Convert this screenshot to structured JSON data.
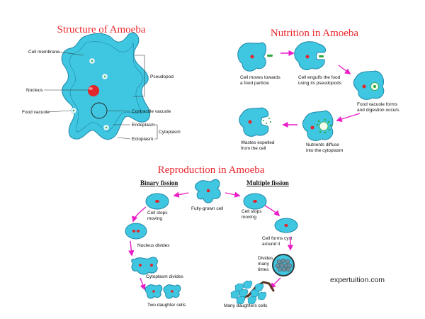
{
  "colors": {
    "title": "#e8262d",
    "cell": "#3fc6e0",
    "nucleus": "#e2262b",
    "arrow": "#e91ec8",
    "cyst": "#2b3b3b",
    "food": "#2aa83a"
  },
  "structure": {
    "title": "Structure of Amoeba",
    "labels": {
      "membrane": "Cell membrane",
      "pseudopod": "Pseudopod",
      "nucleus": "Nucleus",
      "food_vacuole": "Food vacuole",
      "contractile": "Contractile vacuole",
      "endoplasm": "Endoplasm",
      "cytoplasm": "Cytoplasm",
      "ectoplasm": "Ectoplasm"
    }
  },
  "nutrition": {
    "title": "Nutrition in Amoeba",
    "steps": [
      [
        "Cell moves towards",
        "a food particle"
      ],
      [
        "Cell engulfs the food",
        "using its pseudopods"
      ],
      [
        "Food vacuole forms",
        "and digestion occurs"
      ],
      [
        "Nutrients diffuse",
        "into the cytoplasm"
      ],
      [
        "Wastes expelled",
        "from the cell"
      ]
    ]
  },
  "reproduction": {
    "title": "Reproduction in Amoeba",
    "binary_title": "Binary fission",
    "multiple_title": "Multiple fission",
    "center": "Fully-grown cell",
    "binary_steps": [
      [
        "Cell stops",
        "moving"
      ],
      [
        "Nucleus divides"
      ],
      [
        "Cytoplasm divides"
      ],
      [
        "Two daughter cells"
      ]
    ],
    "multiple_steps": [
      [
        "Cell stops",
        "moving"
      ],
      [
        "Cell forms cyst",
        "around it"
      ],
      [
        "Divides",
        "many",
        "times"
      ],
      [
        "Many daughters cells"
      ]
    ]
  },
  "watermark": "expertuition.com"
}
